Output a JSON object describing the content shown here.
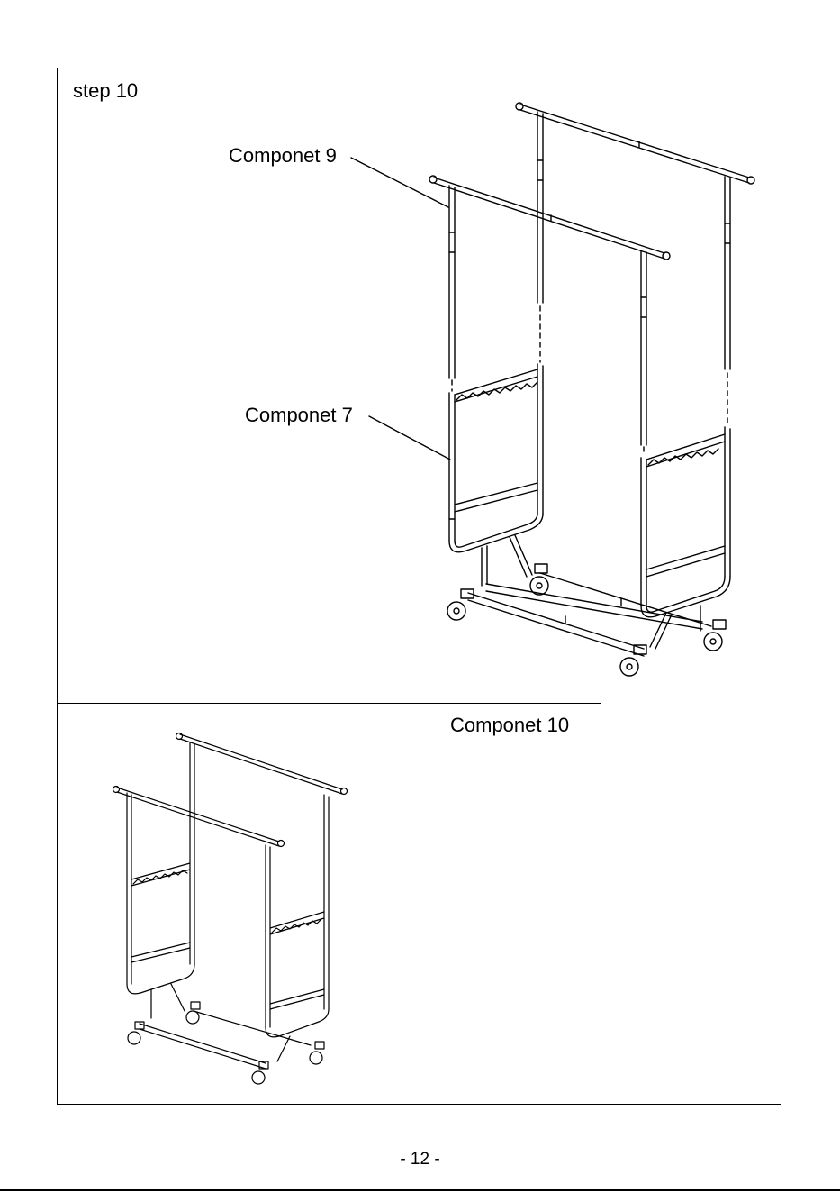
{
  "step_label": "step 10",
  "callouts": {
    "component_9": "Componet 9",
    "component_7": "Componet 7",
    "component_10": "Componet 10"
  },
  "page_number": "- 12 -"
}
